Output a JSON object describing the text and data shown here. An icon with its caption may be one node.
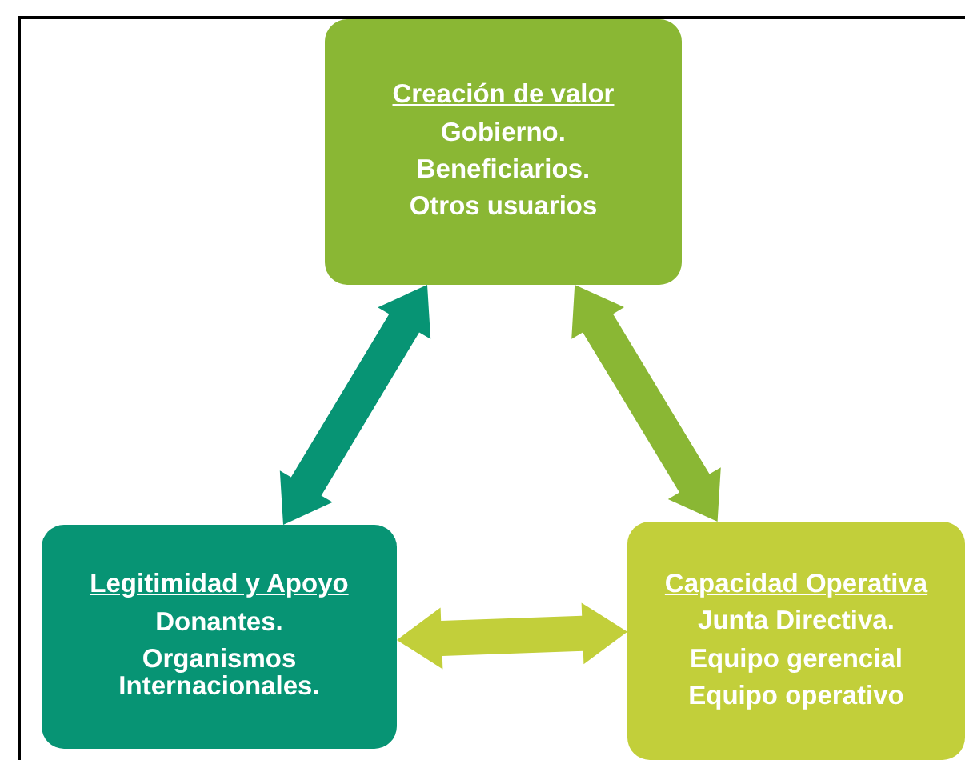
{
  "diagram": {
    "nodes": [
      {
        "text": [
          "Creación de valor",
          "Gobierno.",
          "Beneficiarios.",
          "Otros usuarios"
        ]
      },
      {
        "text": [
          "Legitimidad y Apoyo",
          "Donantes.",
          "Organismos Internacionales."
        ]
      },
      {
        "text": [
          "Capacidad Operativa",
          "Junta Directiva.",
          "Equipo gerencial",
          "Equipo operativo"
        ]
      }
    ],
    "edges": [
      {
        "from": 1,
        "to": 0,
        "arrow": "both",
        "style": "thick",
        "color": "#079474"
      },
      {
        "from": 0,
        "to": 2,
        "arrow": "both",
        "style": "thick",
        "color": "#8ab734"
      },
      {
        "from": 1,
        "to": 2,
        "arrow": "both",
        "style": "thick",
        "color": "#c2cf3a"
      }
    ]
  }
}
